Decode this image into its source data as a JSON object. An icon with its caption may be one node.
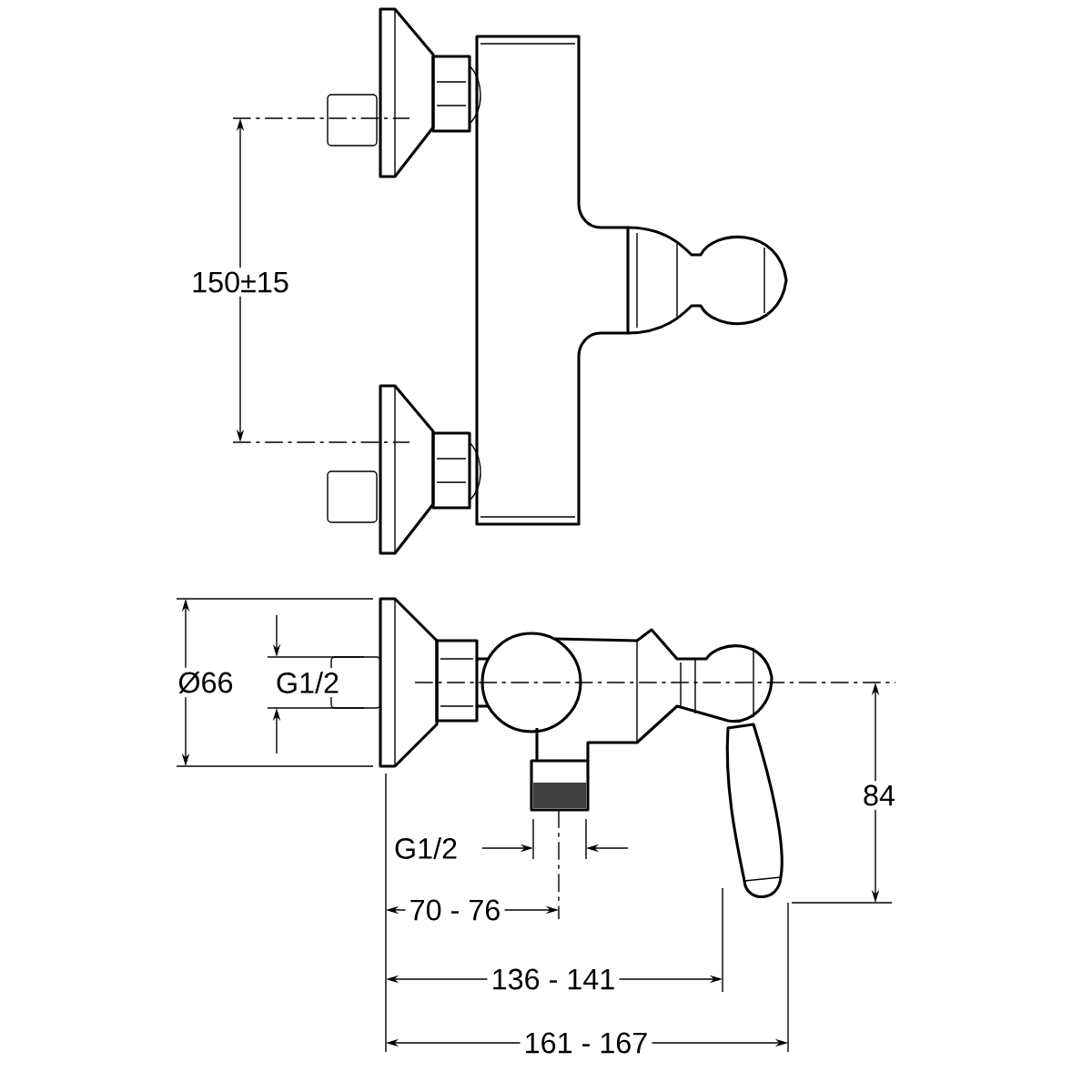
{
  "diagram": {
    "labels": [
      "150±15",
      "Ø66",
      "G1/2",
      "84",
      "G1/2",
      "70 - 76",
      "136 - 141",
      "161 - 167"
    ]
  }
}
